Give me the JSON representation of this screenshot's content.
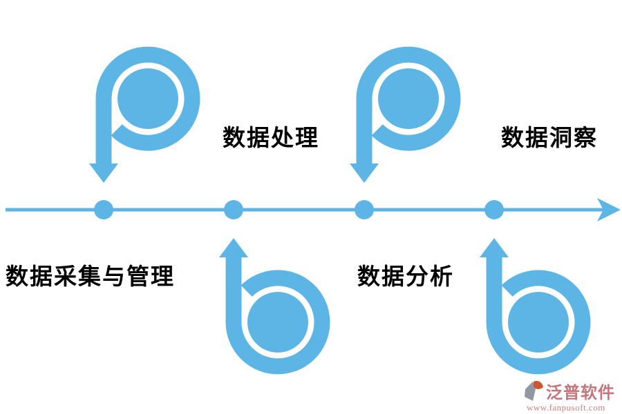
{
  "diagram": {
    "type": "timeline-process",
    "direction": "left-to-right",
    "dot_count": 4,
    "stages": [
      {
        "label": "数据处理",
        "side": "above-line",
        "spiral": "p-down-arrow",
        "dot_index": 1
      },
      {
        "label": "数据采集与管理",
        "side": "below-line",
        "spiral": "b-up-arrow",
        "dot_index": 2
      },
      {
        "label": "数据洞察",
        "side": "above-line",
        "spiral": "p-down-arrow",
        "dot_index": 3
      },
      {
        "label": "数据分析",
        "side": "below-line",
        "spiral": "b-up-arrow",
        "dot_index": 4
      }
    ]
  },
  "watermark": {
    "brand": "泛普软件",
    "url": "www.fanpusoft.com"
  },
  "colors": {
    "accent_blue": "#5db5e6",
    "label_text": "#000000",
    "watermark_rose": "#c4767c",
    "watermark_url_rose": "#ca8181",
    "watermark_logo_gray": "#9099a3",
    "watermark_logo_orange": "#cc5533",
    "background": "#ffffff"
  }
}
